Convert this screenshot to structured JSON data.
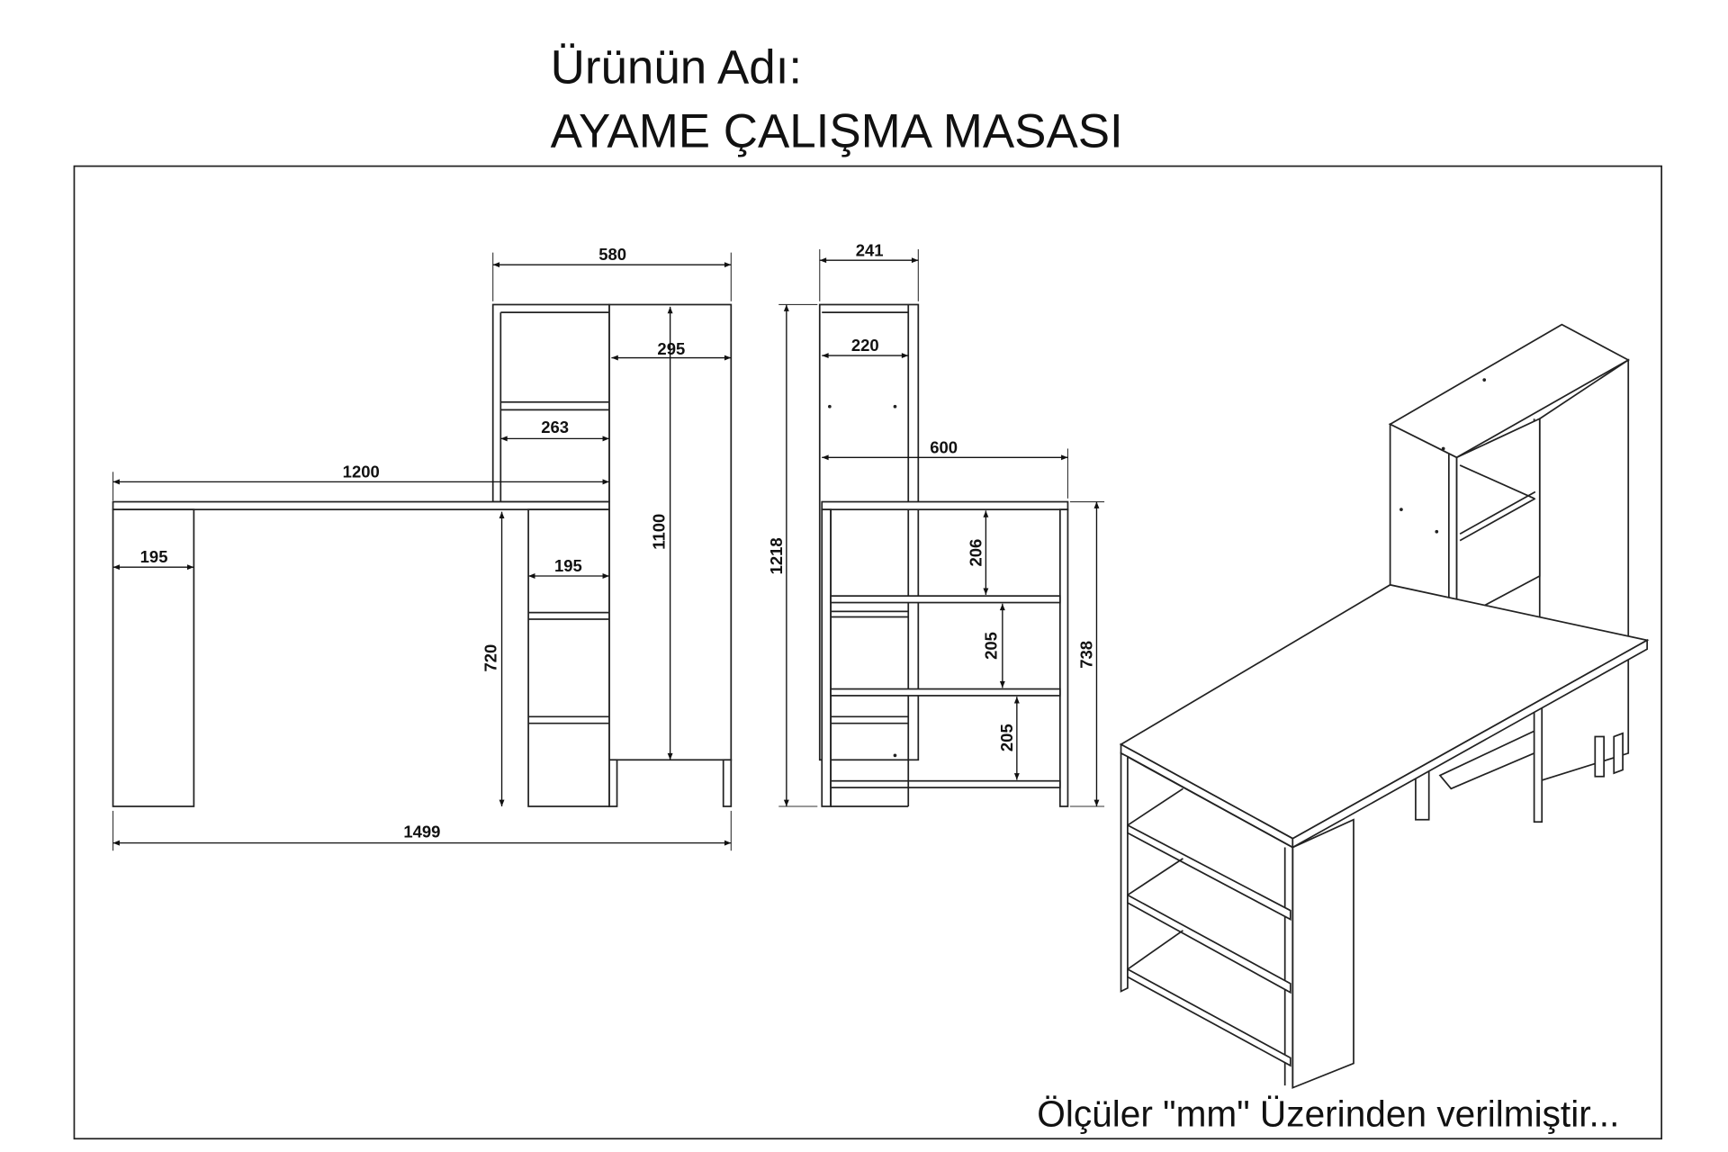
{
  "header": {
    "label": "Ürünün Adı:",
    "product_name": "AYAME ÇALIŞMA MASASI"
  },
  "footer": {
    "note": "Ölçüler \"mm\" Üzerinden verilmiştir..."
  },
  "front_view": {
    "dims": {
      "width_hutch": "580",
      "width_tower": "295",
      "shelf_hutch": "263",
      "desk_width": "1200",
      "leg_left": "195",
      "shelf_right": "195",
      "desk_height": "720",
      "tower_height": "1100",
      "total_width": "1499"
    }
  },
  "side_view": {
    "dims": {
      "depth_tower": "241",
      "inner_depth": "220",
      "desk_depth": "600",
      "total_height": "1218",
      "desk_height": "738",
      "shelf_1": "206",
      "shelf_2": "205",
      "shelf_3": "205"
    }
  }
}
